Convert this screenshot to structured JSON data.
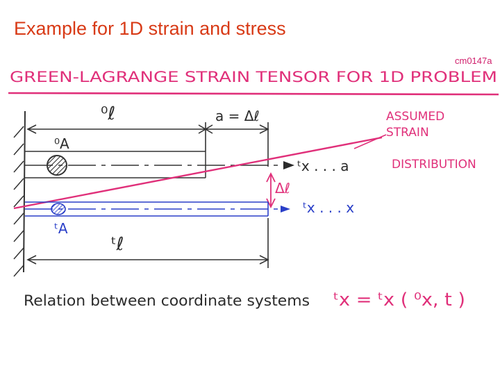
{
  "slide": {
    "title": "Example for 1D strain and stress",
    "code": "cm0147a"
  },
  "diagram": {
    "heading": "GREEN-LAGRANGE STRAIN TENSOR FOR 1D PROBLEM",
    "label_original_length": "⁰ℓ",
    "label_elongation": "a = Δℓ",
    "label_delta_l": "Δℓ",
    "label_original_area": "⁰A",
    "label_current_area": "ᵗA",
    "label_current_length": "ᵗℓ",
    "assumed_strain_line1": "ASSUMED",
    "assumed_strain_line2": "STRAIN",
    "assumed_strain_line3": "DISTRIBUTION",
    "coord_original": "ᵗx  . . .  a",
    "coord_current": "ᵗx  . . .  x",
    "relation_text": "Relation between coordinate systems",
    "relation_formula": "ᵗx = ᵗx ( ⁰x, t )"
  },
  "colors": {
    "title": "#d83a16",
    "magenta": "#e0307a",
    "blue": "#2a3fc8",
    "ink": "#2b2b2b",
    "hatch": "#333333"
  }
}
